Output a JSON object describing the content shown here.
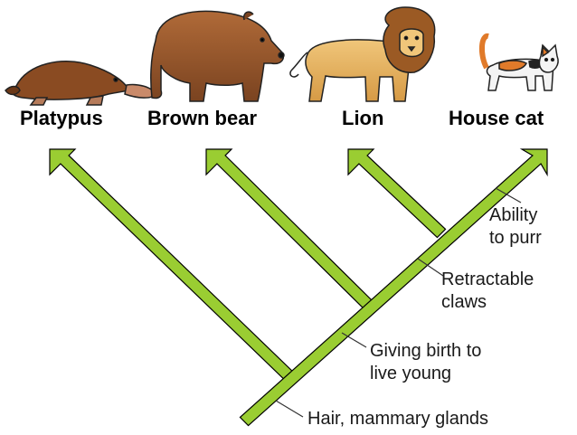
{
  "taxa": [
    {
      "name": "Platypus",
      "icon": "platypus-icon"
    },
    {
      "name": "Brown bear",
      "icon": "brown-bear-icon"
    },
    {
      "name": "Lion",
      "icon": "lion-icon"
    },
    {
      "name": "House cat",
      "icon": "house-cat-icon"
    }
  ],
  "traits": {
    "hair": {
      "line1": "Hair, mammary glands"
    },
    "live_birth": {
      "line1": "Giving birth to",
      "line2": "live young"
    },
    "claws": {
      "line1": "Retractable",
      "line2": "claws"
    },
    "purr": {
      "line1": "Ability",
      "line2": "to purr"
    }
  },
  "colors": {
    "branch": "#9ACD32",
    "branch_outline": "#000000"
  }
}
